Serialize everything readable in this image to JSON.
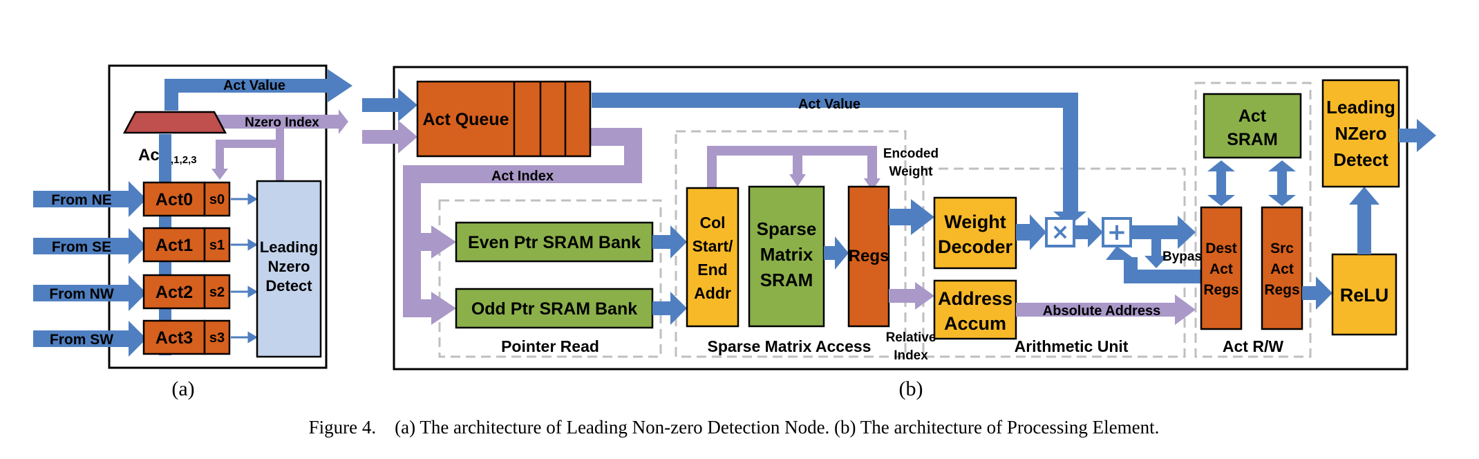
{
  "colors": {
    "orange": "#D6601E",
    "green": "#8BB04A",
    "yellow": "#F7B928",
    "blue_arrow": "#4F7FC0",
    "purple_arrow": "#A998C8",
    "light_blue": "#C3D3EC",
    "mux_red": "#C0504D"
  },
  "panel_a": {
    "act_value_label": "Act Value",
    "nzero_index_label": "Nzero Index",
    "act_mux_label": "Act",
    "act_mux_sub": "0,1,2,3",
    "inputs": [
      "From NE",
      "From SE",
      "From NW",
      "From SW"
    ],
    "regs": [
      "Act0",
      "Act1",
      "Act2",
      "Act3"
    ],
    "sel": [
      "s0",
      "s1",
      "s2",
      "s3"
    ],
    "detect_lines": [
      "Leading",
      "Nzero",
      "Detect"
    ],
    "tag": "(a)"
  },
  "panel_b": {
    "act_queue": "Act Queue",
    "act_value_label": "Act Value",
    "act_index_label": "Act Index",
    "even_ptr": "Even Ptr SRAM Bank",
    "odd_ptr": "Odd Ptr SRAM Bank",
    "pointer_read": "Pointer Read",
    "col_addr_lines": [
      "Col",
      "Start/",
      "End",
      "Addr"
    ],
    "sparse_sram_lines": [
      "Sparse",
      "Matrix",
      "SRAM"
    ],
    "regs": "Regs",
    "sparse_access": "Sparse Matrix Access",
    "encoded_weight_lines": [
      "Encoded",
      "Weight"
    ],
    "relative_index_lines": [
      "Relative",
      "Index"
    ],
    "weight_decoder_lines": [
      "Weight",
      "Decoder"
    ],
    "address_accum_lines": [
      "Address",
      "Accum"
    ],
    "arith_unit": "Arithmetic Unit",
    "absolute_address": "Absolute Address",
    "bypass": "Bypass",
    "act_sram_lines": [
      "Act",
      "SRAM"
    ],
    "dest_regs_lines": [
      "Dest",
      "Act",
      "Regs"
    ],
    "src_regs_lines": [
      "Src",
      "Act",
      "Regs"
    ],
    "act_rw": "Act R/W",
    "leading_detect_lines": [
      "Leading",
      "NZero",
      "Detect"
    ],
    "relu": "ReLU",
    "tag": "(b)"
  },
  "caption": "Figure 4. (a) The architecture of Leading Non-zero Detection Node. (b) The architecture of Processing Element."
}
